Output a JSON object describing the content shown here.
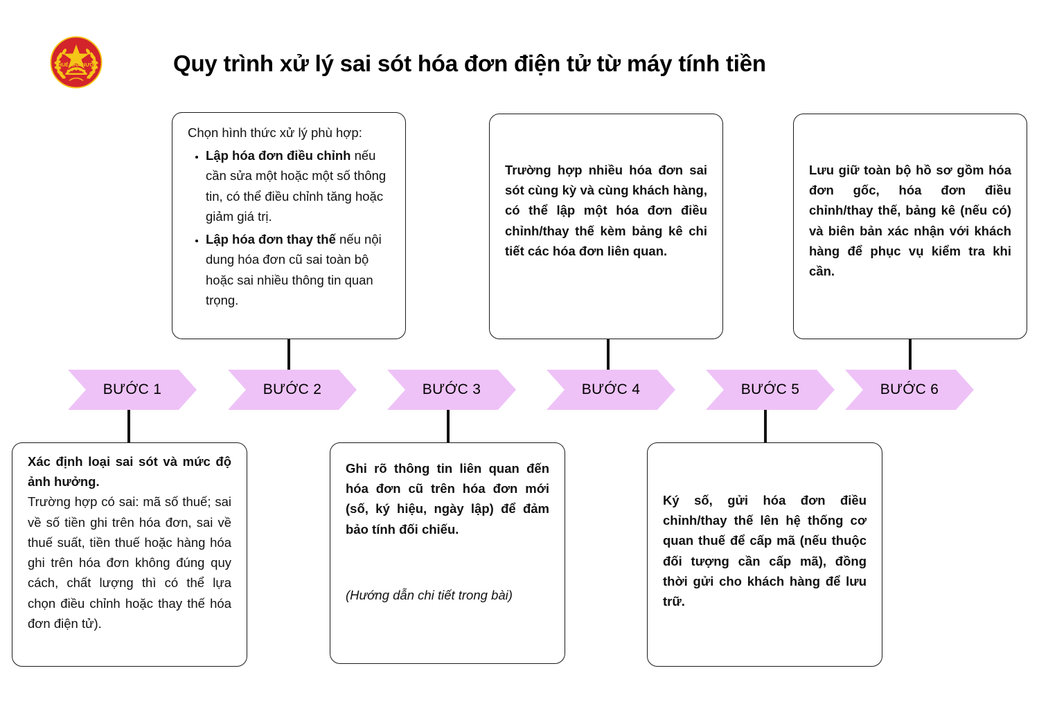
{
  "header": {
    "title": "Quy trình xử lý sai sót hóa đơn điện tử từ máy tính tiền",
    "logo_text": "THUẾ NHÀ NƯỚC",
    "logo_name": "vietnam-state-tax-emblem"
  },
  "theme": {
    "chevron_fill": "#eec2f7",
    "text_color": "#121212",
    "border_color": "#1a1a1a",
    "background": "#ffffff",
    "logo_red": "#d3242b",
    "logo_gold": "#f5c518"
  },
  "steps": [
    {
      "label": "BƯỚC 1",
      "position": "below",
      "content": {
        "lead_bold": "Xác định loại sai sót và mức độ ảnh hưởng.",
        "paragraph": "Trường hợp có sai: mã số thuế; sai về số tiền ghi trên hóa đơn, sai về thuế suất, tiền thuế hoặc hàng hóa ghi trên hóa đơn không đúng quy cách, chất lượng thì có thể lựa chọn điều chỉnh hoặc thay thế hóa đơn điện tử)."
      }
    },
    {
      "label": "BƯỚC 2",
      "position": "above",
      "content": {
        "intro": "Chọn hình thức xử lý phù hợp:",
        "bullets": [
          {
            "bold": "Lập hóa đơn điều chỉnh",
            "rest": " nếu cần sửa một hoặc một số thông tin, có thể điều chỉnh tăng hoặc giảm giá trị."
          },
          {
            "bold": "Lập hóa đơn thay thế",
            "rest": " nếu nội dung hóa đơn cũ sai toàn bộ hoặc sai nhiều thông tin quan trọng."
          }
        ]
      }
    },
    {
      "label": "BƯỚC 3",
      "position": "below",
      "content": {
        "paragraph_bold": "Ghi rõ thông tin liên quan đến hóa đơn cũ trên hóa đơn mới (số, ký hiệu, ngày lập) để đảm bảo tính đối chiếu.",
        "note_italic": "(Hướng dẫn chi tiết trong bài)"
      }
    },
    {
      "label": "BƯỚC 4",
      "position": "above",
      "content": {
        "paragraph_bold": "Trường hợp nhiều hóa đơn sai sót cùng kỳ và cùng khách hàng, có thể lập một hóa đơn điều chỉnh/thay thế kèm bảng kê chi tiết các hóa đơn liên quan."
      }
    },
    {
      "label": "BƯỚC 5",
      "position": "below",
      "content": {
        "paragraph_bold": "Ký số, gửi hóa đơn điều chỉnh/thay thế lên hệ thống cơ quan thuế để cấp mã (nếu thuộc đối tượng cần cấp mã), đồng thời gửi cho khách hàng để lưu trữ."
      }
    },
    {
      "label": "BƯỚC 6",
      "position": "above",
      "content": {
        "paragraph_bold": "Lưu giữ toàn bộ hồ sơ gồm hóa đơn gốc, hóa đơn điều chỉnh/thay thế, bảng kê (nếu có) và biên bản xác nhận với khách hàng để phục vụ kiểm tra khi cần."
      }
    }
  ]
}
